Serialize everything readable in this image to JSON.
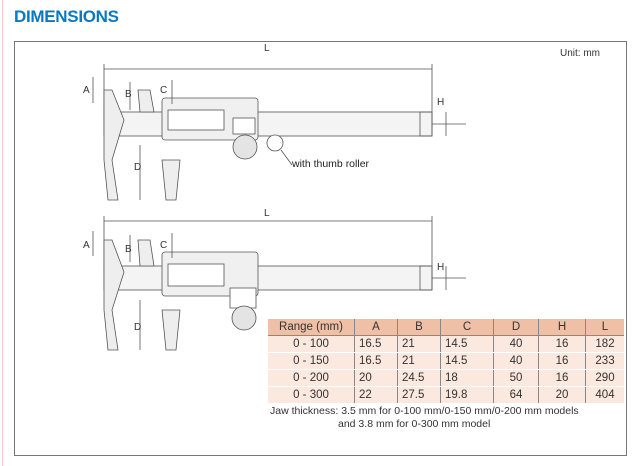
{
  "title": "DIMENSIONS",
  "unit_label": "Unit: mm",
  "callout": "with thumb roller",
  "dimension_labels": {
    "L": "L",
    "A": "A",
    "B": "B",
    "C": "C",
    "D": "D",
    "H": "H"
  },
  "table": {
    "headers": [
      "Range (mm)",
      "A",
      "B",
      "C",
      "D",
      "H",
      "L"
    ],
    "rows": [
      [
        "0 - 100",
        "16.5",
        "21",
        "14.5",
        "40",
        "16",
        "182"
      ],
      [
        "0 - 150",
        "16.5",
        "21",
        "14.5",
        "40",
        "16",
        "233"
      ],
      [
        "0 - 200",
        "20",
        "24.5",
        "18",
        "50",
        "16",
        "290"
      ],
      [
        "0 - 300",
        "22",
        "27.5",
        "19.8",
        "64",
        "20",
        "404"
      ]
    ]
  },
  "note_line1": "Jaw thickness: 3.5 mm for 0-100 mm/0-150 mm/0-200 mm models",
  "note_line2": "and 3.8 mm for 0-300 mm model",
  "colors": {
    "title": "#0a79c1",
    "table_header": "#f0c0a6",
    "table_row": "#fbe8de"
  }
}
